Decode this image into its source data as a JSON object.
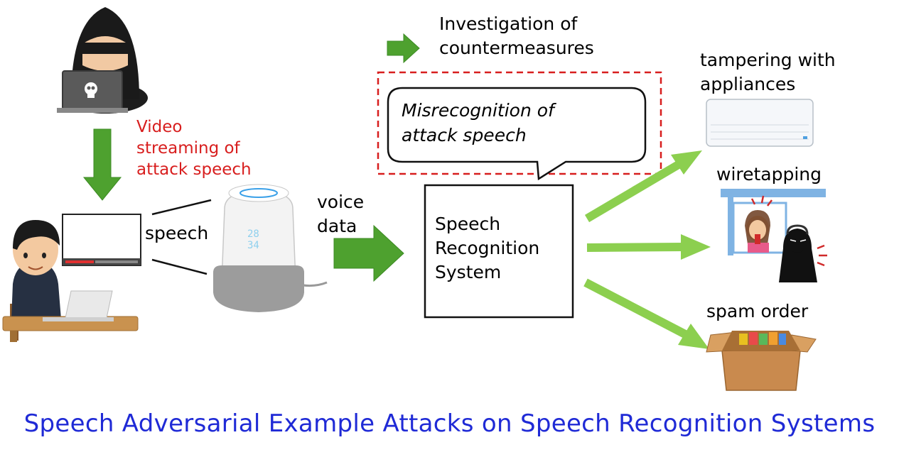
{
  "attacker_label": "Video\nstreaming of\nattack speech",
  "speech_label": "speech",
  "voice_data_label": "voice\ndata",
  "system_label": "Speech\nRecognition\nSystem",
  "callout_text": "Misrecognition of\nattack speech",
  "countermeasures_label": "Investigation of\ncountermeasures",
  "outcomes": {
    "tampering": "tampering with\nappliances",
    "wiretapping": "wiretapping",
    "spam": "spam order"
  },
  "caption": "Speech Adversarial Example Attacks on Speech Recognition Systems",
  "smart_speaker_display": "28\n34",
  "colors": {
    "dark_green_arrow": "#4ea12f",
    "light_green_arrow": "#8ccf4f",
    "red_dashed_border": "#d81e1e",
    "caption_blue": "#1f2ad6"
  },
  "icons": [
    "hacker-with-laptop-icon",
    "student-with-laptop-icon",
    "video-screen-icon",
    "smart-speaker-icon",
    "air-conditioner-icon",
    "wiretapping-booth-icon",
    "cardboard-box-icon"
  ]
}
